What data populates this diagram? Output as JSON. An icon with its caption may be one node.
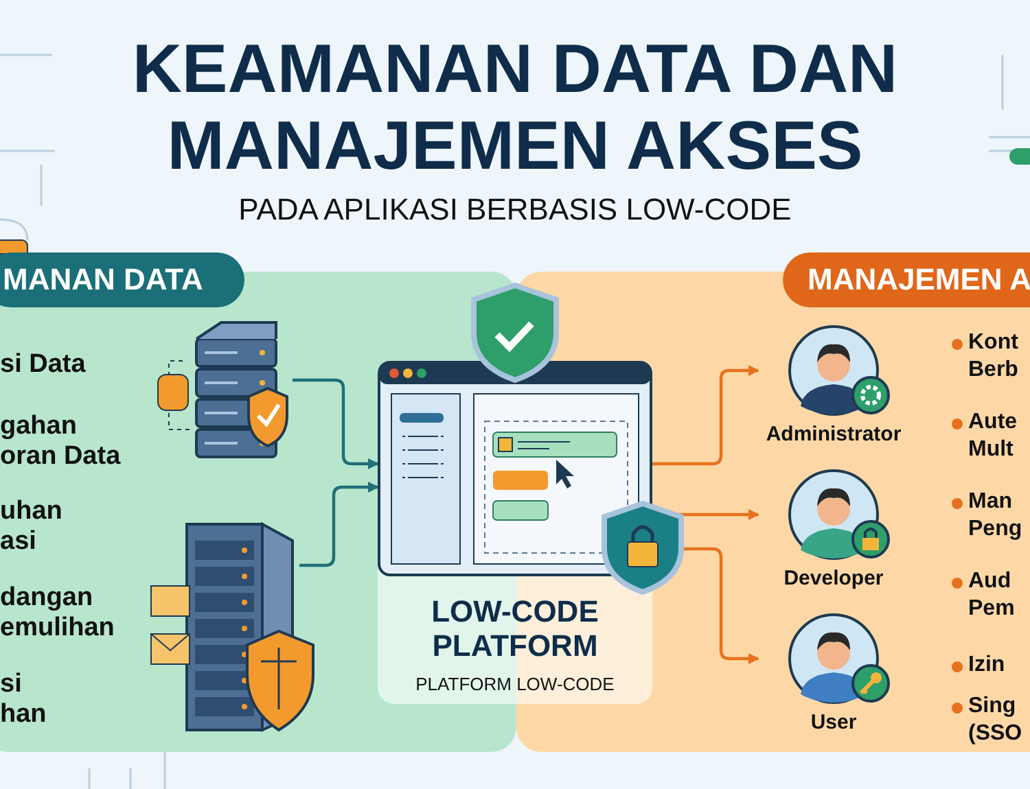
{
  "diagram": {
    "title": "KEAMANAN DATA DAN MANAJEMEN AKSES",
    "nodes": [
      {
        "text": [
          "MANAN DATA"
        ]
      },
      {
        "text": [
          "MANAJEMEN A"
        ]
      },
      {
        "text": [],
        "shape": "picture",
        "in": 0
      },
      {
        "text": [],
        "shape": "picture",
        "in": 0
      },
      {
        "text": [
          "LOW-CODE PLATFORM",
          "PLATFORM LOW-CODE"
        ]
      },
      {
        "text": [
          "Administrator"
        ],
        "in": 1
      },
      {
        "text": [
          "Developer"
        ],
        "in": 1
      },
      {
        "text": [
          "User"
        ],
        "in": 1
      }
    ],
    "edges": [
      {
        "from": 2,
        "to": 4,
        "arrow": "to",
        "color": "#1f6f78"
      },
      {
        "from": 3,
        "to": 4,
        "arrow": "to",
        "color": "#1f6f78"
      },
      {
        "from": 4,
        "to": 5,
        "arrow": "to"
      },
      {
        "from": 4,
        "to": 6,
        "arrow": "to"
      },
      {
        "from": 4,
        "to": 7,
        "arrow": "to"
      }
    ],
    "labels": [
      "PADA APLIKASI BERBASIS LOW-CODE",
      "si Data",
      "gahan oran Data",
      "uhan asi",
      "dangan emulihan",
      "si han",
      "Kont Berb",
      "Aute Mult",
      "Man Peng",
      "Aud Pem",
      "Izin",
      "Sing (SSO"
    ]
  }
}
